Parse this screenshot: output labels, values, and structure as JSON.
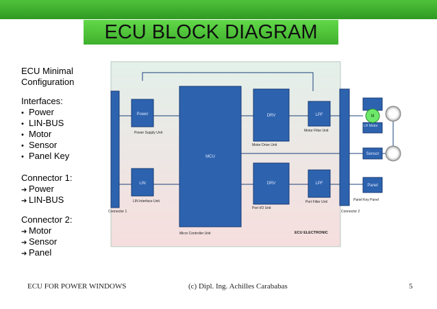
{
  "slide": {
    "title": "ECU BLOCK DIAGRAM",
    "left_panel": {
      "config_line1": "ECU Minimal",
      "config_line2": "Configuration",
      "interfaces_heading": "Interfaces:",
      "interfaces": [
        "Power",
        "LIN-BUS",
        "Motor",
        "Sensor",
        "Panel Key"
      ],
      "connector1_heading": "Connector 1:",
      "connector1": [
        "Power",
        "LIN-BUS"
      ],
      "connector2_heading": "Connector 2:",
      "connector2": [
        "Motor",
        "Sensor",
        "Panel"
      ]
    },
    "footer": {
      "left": "ECU FOR POWER WINDOWS",
      "center": "(c) Dipl. Ing. Achilles Carababas",
      "page": "5"
    }
  },
  "diagram": {
    "blocks": {
      "power": "Power",
      "lin": "LIN",
      "mcu": "MCU",
      "drv1": "DRV",
      "drv2": "DRV",
      "lpf1": "LPF",
      "lpf2": "LPF",
      "motor_symbol": "M",
      "sensor": "Sensor",
      "panel": "Panel"
    },
    "labels": {
      "power_supply_unit": "Power Supply Unit",
      "lin_interface_unit": "LIN Interface Unit",
      "micro_controller_unit": "Micro Controller Unit",
      "motor_drive_unit": "Motor Drive Unit",
      "port_io_unit": "Port I/O Unit",
      "motor_filter_unit": "Motor Filter Unit",
      "port_filter_unit": "Port Filter Unit",
      "lh_motor": "LH Motor",
      "panel_key_panel": "Panel Key Panel",
      "connector_1": "Connector 1",
      "connector_2": "Connector 2",
      "ecu_electronic": "ECU ELECTRONIC"
    },
    "colors": {
      "block_fill": "#2d63ae",
      "block_stroke": "#173a75",
      "wire": "#1a3f7a",
      "motor_fill": "#6ee86a",
      "frame_green": "#2f9a22",
      "ecu_area_top": "#e3f0ea",
      "ecu_area_bottom": "#f6dede"
    }
  }
}
